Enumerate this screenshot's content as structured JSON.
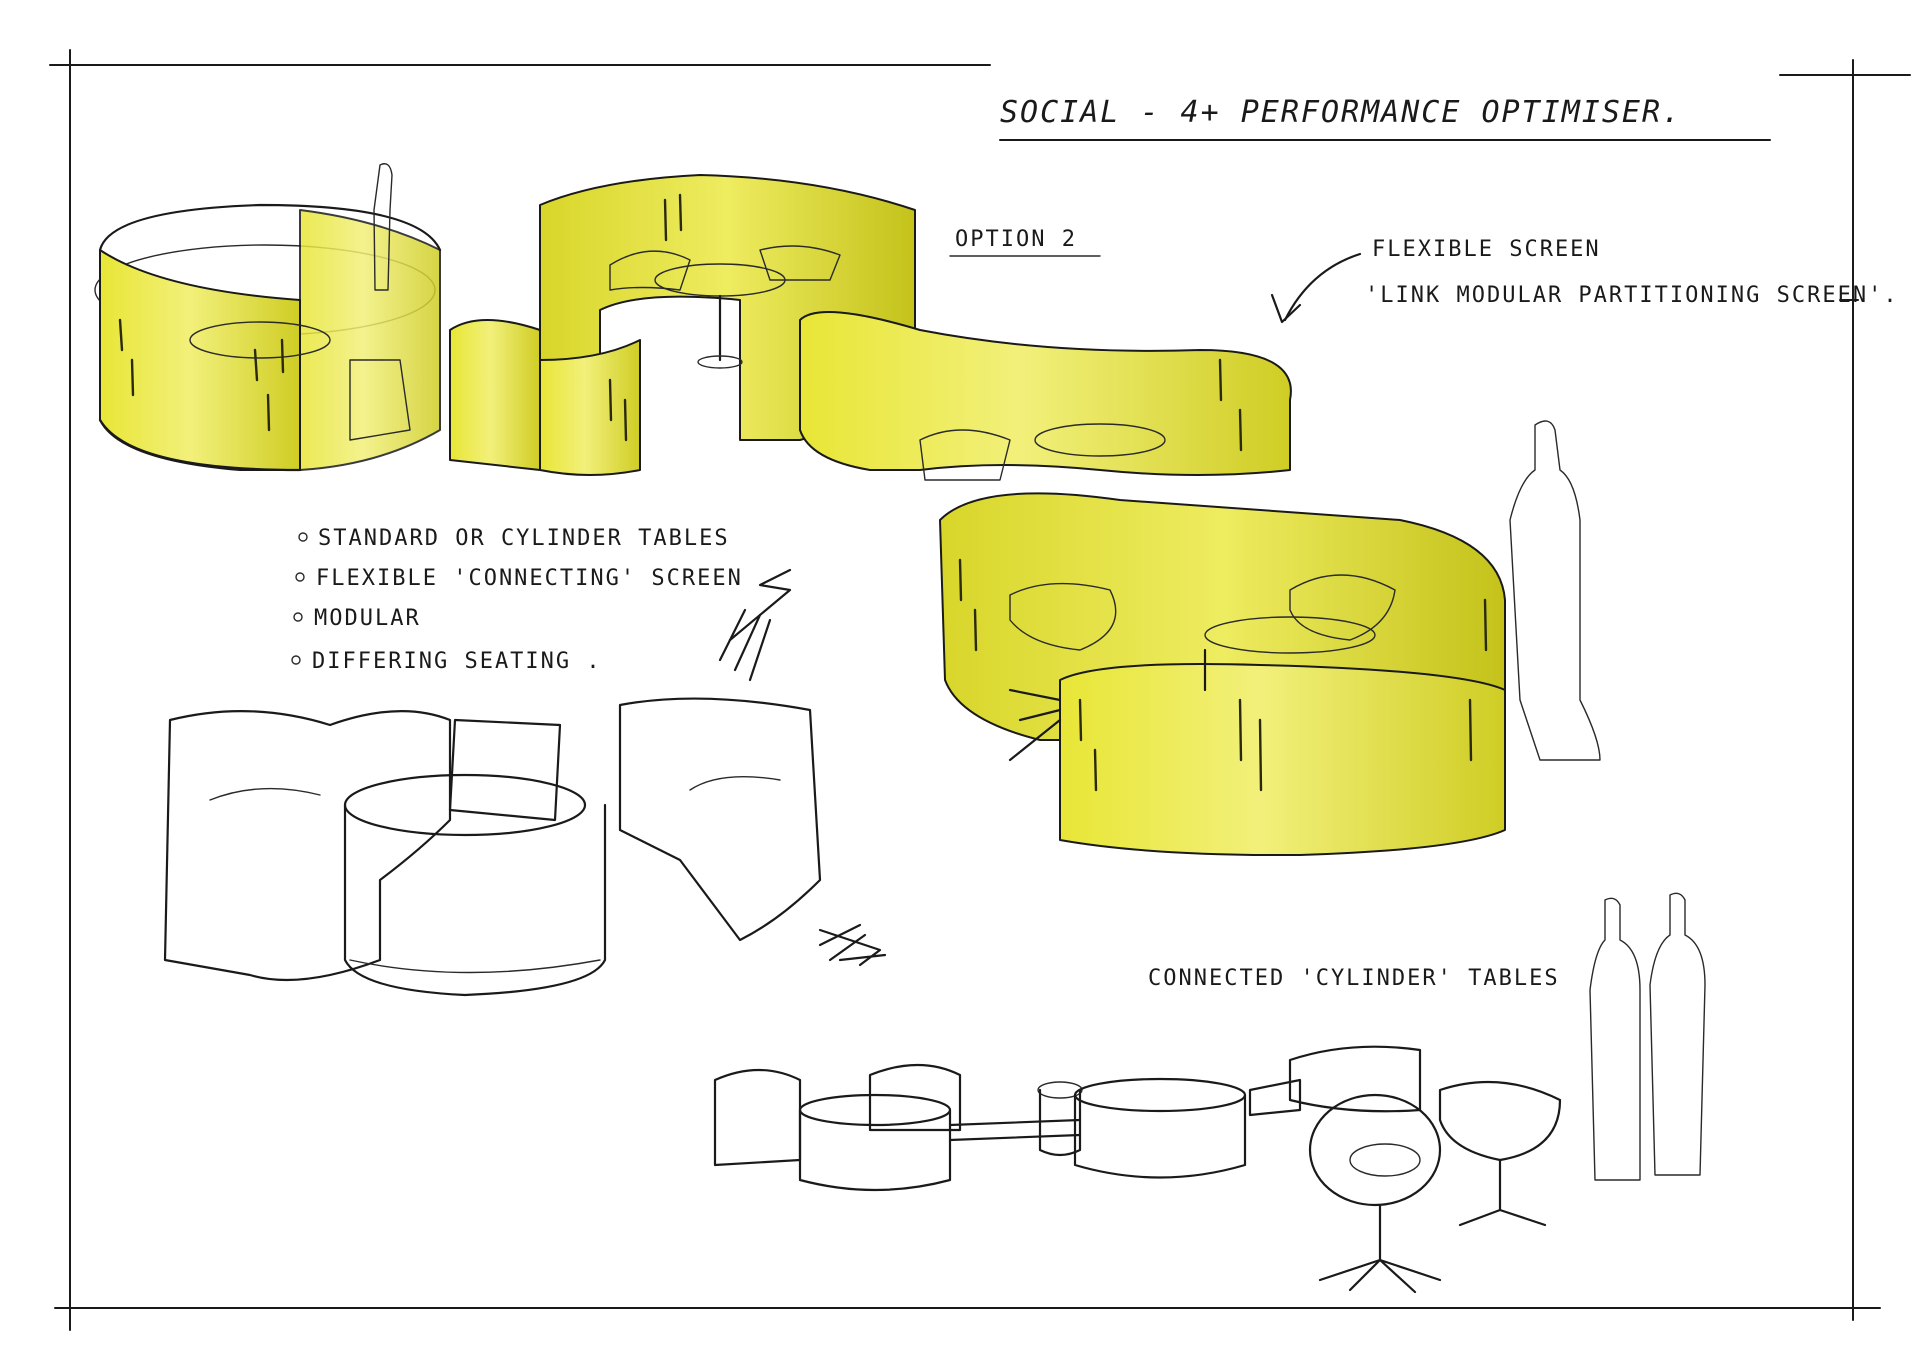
{
  "title": "SOCIAL - 4+ PERFORMANCE OPTIMISER.",
  "option_label": "OPTION 2",
  "annotation": {
    "line1": "FLEXIBLE SCREEN",
    "line2": "'LINK MODULAR PARTITIONING SCREEN'."
  },
  "features": [
    "STANDARD OR CYLINDER TABLES",
    "FLEXIBLE 'CONNECTING' SCREEN",
    "MODULAR",
    "DIFFERING SEATING ."
  ],
  "connected_label": "CONNECTED 'CYLINDER' TABLES",
  "colors": {
    "ink": "#1a1a1a",
    "screen_fill": "#ecea3a",
    "screen_shade": "#c9c91f",
    "paper": "#ffffff"
  }
}
